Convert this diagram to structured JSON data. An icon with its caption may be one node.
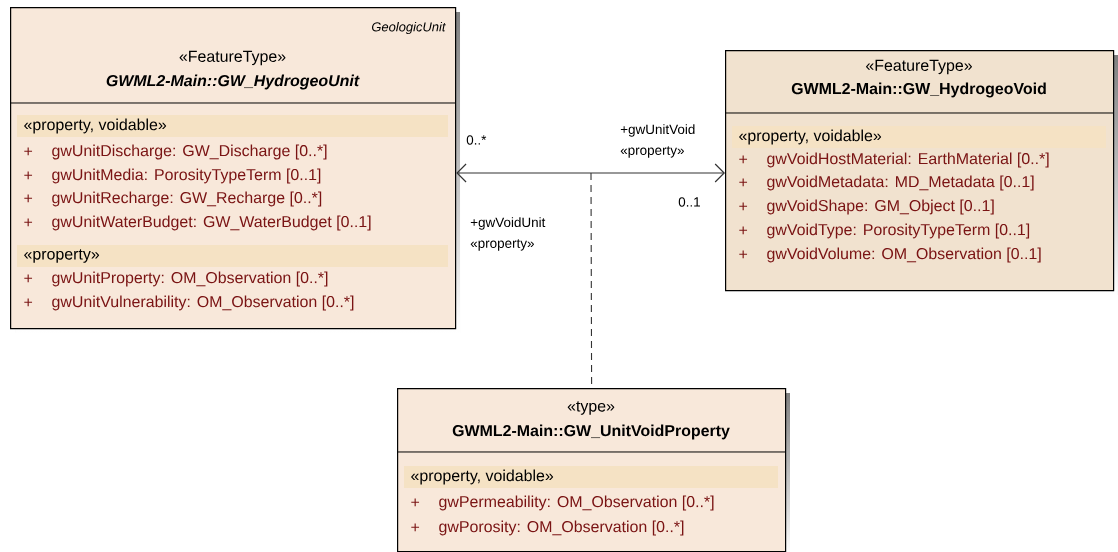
{
  "diagram": {
    "nodes": [
      {
        "text": [
          "GeologicUnit",
          "«FeatureType»",
          "GWML2-Main::GW_HydrogeoUnit",
          "«property, voidable»",
          "+",
          "gwUnitDischarge: GW_Discharge [0..*]",
          "+",
          "gwUnitMedia: PorosityTypeTerm [0..1]",
          "+",
          "gwUnitRecharge: GW_Recharge [0..*]",
          "+",
          "gwUnitWaterBudget: GW_WaterBudget [0..1]",
          "«property»",
          "+",
          "gwUnitProperty: OM_Observation [0..*]",
          "+",
          "gwUnitVulnerability: OM_Observation [0..*]"
        ]
      },
      {
        "text": [
          "«FeatureType»",
          "GWML2-Main::GW_HydrogeoVoid",
          "«property, voidable»",
          "+",
          "gwVoidHostMaterial: EarthMaterial [0..*]",
          "+",
          "gwVoidMetadata: MD_Metadata [0..1]",
          "+",
          "gwVoidShape: GM_Object [0..1]",
          "+",
          "gwVoidType: PorosityTypeTerm [0..1]",
          "+",
          "gwVoidVolume: OM_Observation [0..1]"
        ]
      },
      {
        "text": [
          "«type»",
          "GWML2-Main::GW_UnitVoidProperty",
          "«property, voidable»",
          "+",
          "gwPermeability: OM_Observation [0..*]",
          "+",
          "gwPorosity: OM_Observation [0..*]"
        ]
      }
    ],
    "edges": [
      {
        "from": 0,
        "to": 1,
        "arrow": "both"
      },
      {
        "from": null,
        "to": 2,
        "arrow": "none",
        "style": "dashed"
      }
    ],
    "labels": [
      "0..*",
      "+gwUnitVoid «property»",
      "+gwVoidUnit «property»",
      "0..1"
    ]
  }
}
